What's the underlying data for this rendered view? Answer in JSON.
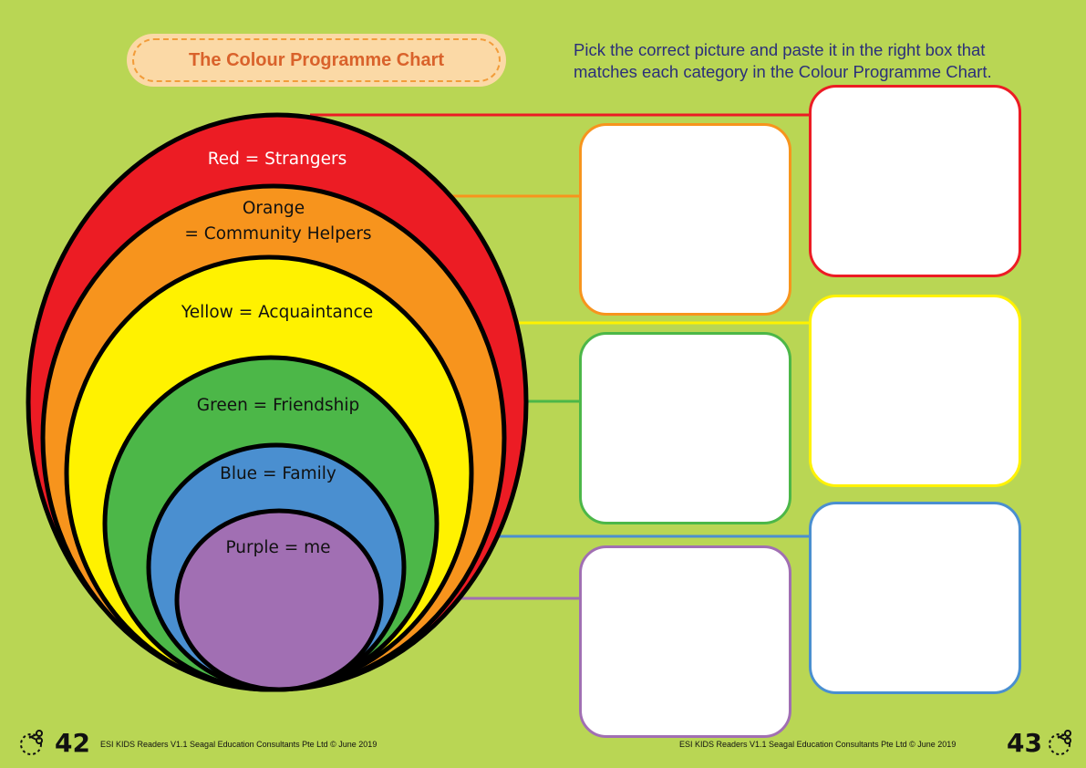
{
  "title": "The Colour Programme Chart",
  "instructions": "Pick the correct picture and paste it in the right box that matches each category in the Colour Programme Chart.",
  "circles": [
    {
      "id": "red",
      "label": "Red = Strangers",
      "color": "#ec1c24"
    },
    {
      "id": "orange",
      "label_line1": "Orange",
      "label_line2": "= Community Helpers",
      "color": "#f7941d"
    },
    {
      "id": "yellow",
      "label": "Yellow = Acquaintance",
      "color": "#fff200"
    },
    {
      "id": "green",
      "label": "Green = Friendship",
      "color": "#4cb748"
    },
    {
      "id": "blue",
      "label": "Blue = Family",
      "color": "#4a8fd0"
    },
    {
      "id": "purple",
      "label": "Purple = me",
      "color": "#a16fb3"
    }
  ],
  "boxes": [
    {
      "id": "red",
      "color": "#ec1c24"
    },
    {
      "id": "orange",
      "color": "#f7941d"
    },
    {
      "id": "yellow",
      "color": "#fff200"
    },
    {
      "id": "green",
      "color": "#4cb748"
    },
    {
      "id": "blue",
      "color": "#4a8fd0"
    },
    {
      "id": "purple",
      "color": "#a16fb3"
    }
  ],
  "footer": {
    "left_page": "42",
    "right_page": "43",
    "credit": "ESI KIDS Readers V1.1 Seagal Education Consultants Pte Ltd  © June 2019"
  },
  "icons": [
    "scissors-icon"
  ]
}
